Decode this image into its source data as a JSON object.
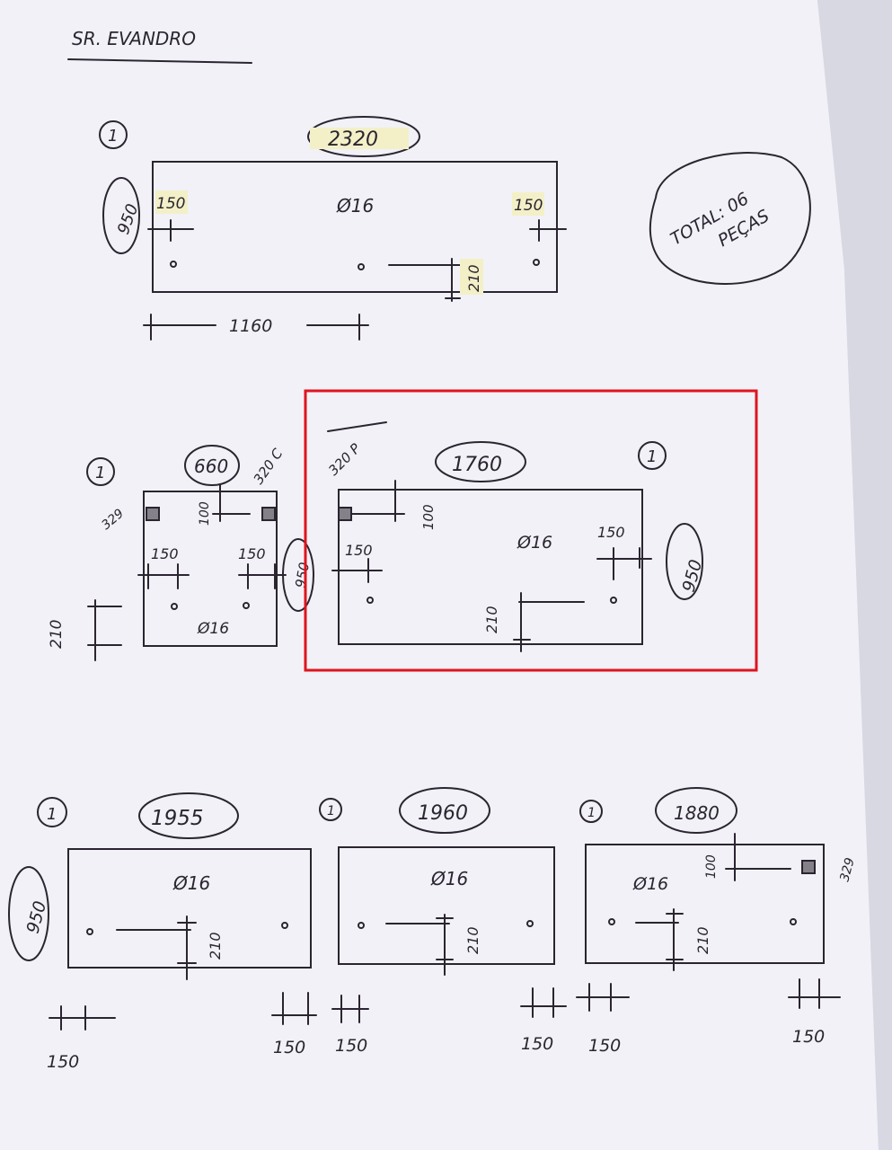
{
  "header": {
    "client": "SR. EVANDRO"
  },
  "total_note": {
    "line1": "TOTAL: 06",
    "line2": "PEÇAS"
  },
  "colors": {
    "ink": "#2a2530",
    "paper": "#f1f1f7",
    "highlight": "#f3f0c8",
    "selection": "#e0141e"
  },
  "pieces": [
    {
      "qty": "1",
      "length": "2320",
      "height": "950",
      "left_margin": "150",
      "right_margin": "150",
      "hole": "Ø16",
      "hole_offset": "210",
      "center_dist": "1160"
    },
    {
      "qty": "1",
      "length": "660",
      "height": "950",
      "corner_note": "320 C",
      "cutout": "329",
      "top_offset": "100",
      "left_margin": "150",
      "right_margin": "150",
      "hole": "Ø16",
      "hole_offset": "210"
    },
    {
      "qty": "1",
      "length": "1760",
      "height": "950",
      "corner_note": "320 P",
      "top_offset": "100",
      "left_margin": "150",
      "right_margin": "150",
      "hole": "Ø16",
      "hole_offset": "210"
    },
    {
      "qty": "1",
      "length": "1955",
      "height": "950",
      "hole": "Ø16",
      "hole_offset": "210",
      "left_margin": "150",
      "right_margin": "150"
    },
    {
      "qty": "1",
      "length": "1960",
      "hole": "Ø16",
      "hole_offset": "210",
      "left_margin": "150",
      "right_margin": "150"
    },
    {
      "qty": "1",
      "length": "1880",
      "cutout": "329",
      "top_offset": "100",
      "hole": "Ø16",
      "hole_offset": "210",
      "left_margin": "150",
      "right_margin": "150"
    }
  ]
}
